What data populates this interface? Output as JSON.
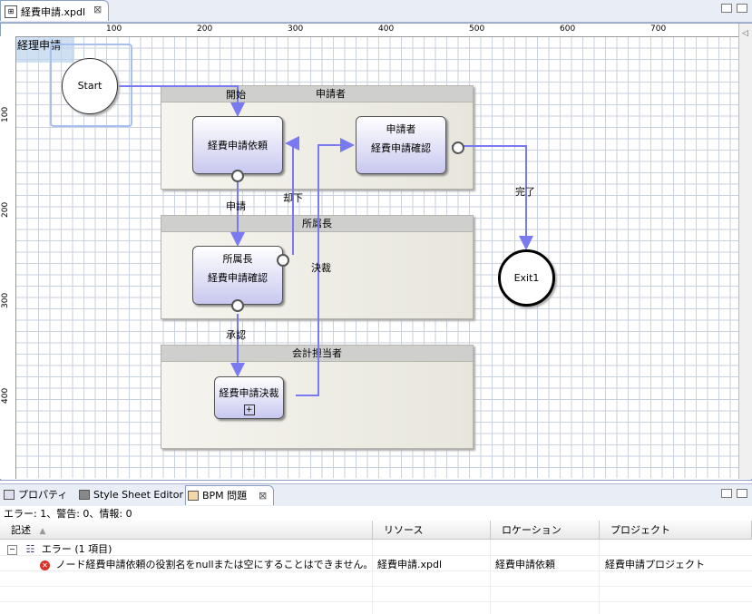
{
  "editor": {
    "tab_label": "経費申請.xpdl",
    "ruler_top": [
      "100",
      "200",
      "300",
      "400",
      "500",
      "600",
      "700"
    ],
    "ruler_left": [
      "100",
      "200",
      "300",
      "400"
    ]
  },
  "diagram": {
    "process_name": "経理申請",
    "start_label": "Start",
    "exit_label": "Exit1",
    "lanes": [
      "申請者",
      "所属長",
      "会計担当者"
    ],
    "tasks": {
      "request": [
        "経費申請依頼"
      ],
      "applicant_confirm": [
        "申請者",
        "経費申請確認"
      ],
      "manager_confirm": [
        "所属長",
        "経費申請確認"
      ],
      "decision": [
        "経費申請決裁"
      ]
    },
    "flows": {
      "start_label": "開始",
      "apply": "申請",
      "reject": "却下",
      "approve": "承認",
      "decide": "決裁",
      "complete": "完了"
    }
  },
  "bottom": {
    "tabs": [
      "プロパティー",
      "Style Sheet Editor",
      "BPM 問題"
    ],
    "summary": "エラー: 1、警告: 0、情報: 0",
    "columns": [
      "記述",
      "リソース",
      "ロケーション",
      "プロジェクト"
    ],
    "group_label": "エラー (1 項目)",
    "rows": [
      {
        "description": "ノード経費申請依頼の役割名をnullまたは空にすることはできません。",
        "resource": "経費申請.xpdl",
        "location": "経費申請依頼",
        "project": "経費申請プロジェクト"
      }
    ]
  },
  "colors": {
    "flow": "#7a7af0",
    "task_fill": "#c8c8f0",
    "lane_header": "#cfcfcd",
    "error": "#d9342b"
  }
}
